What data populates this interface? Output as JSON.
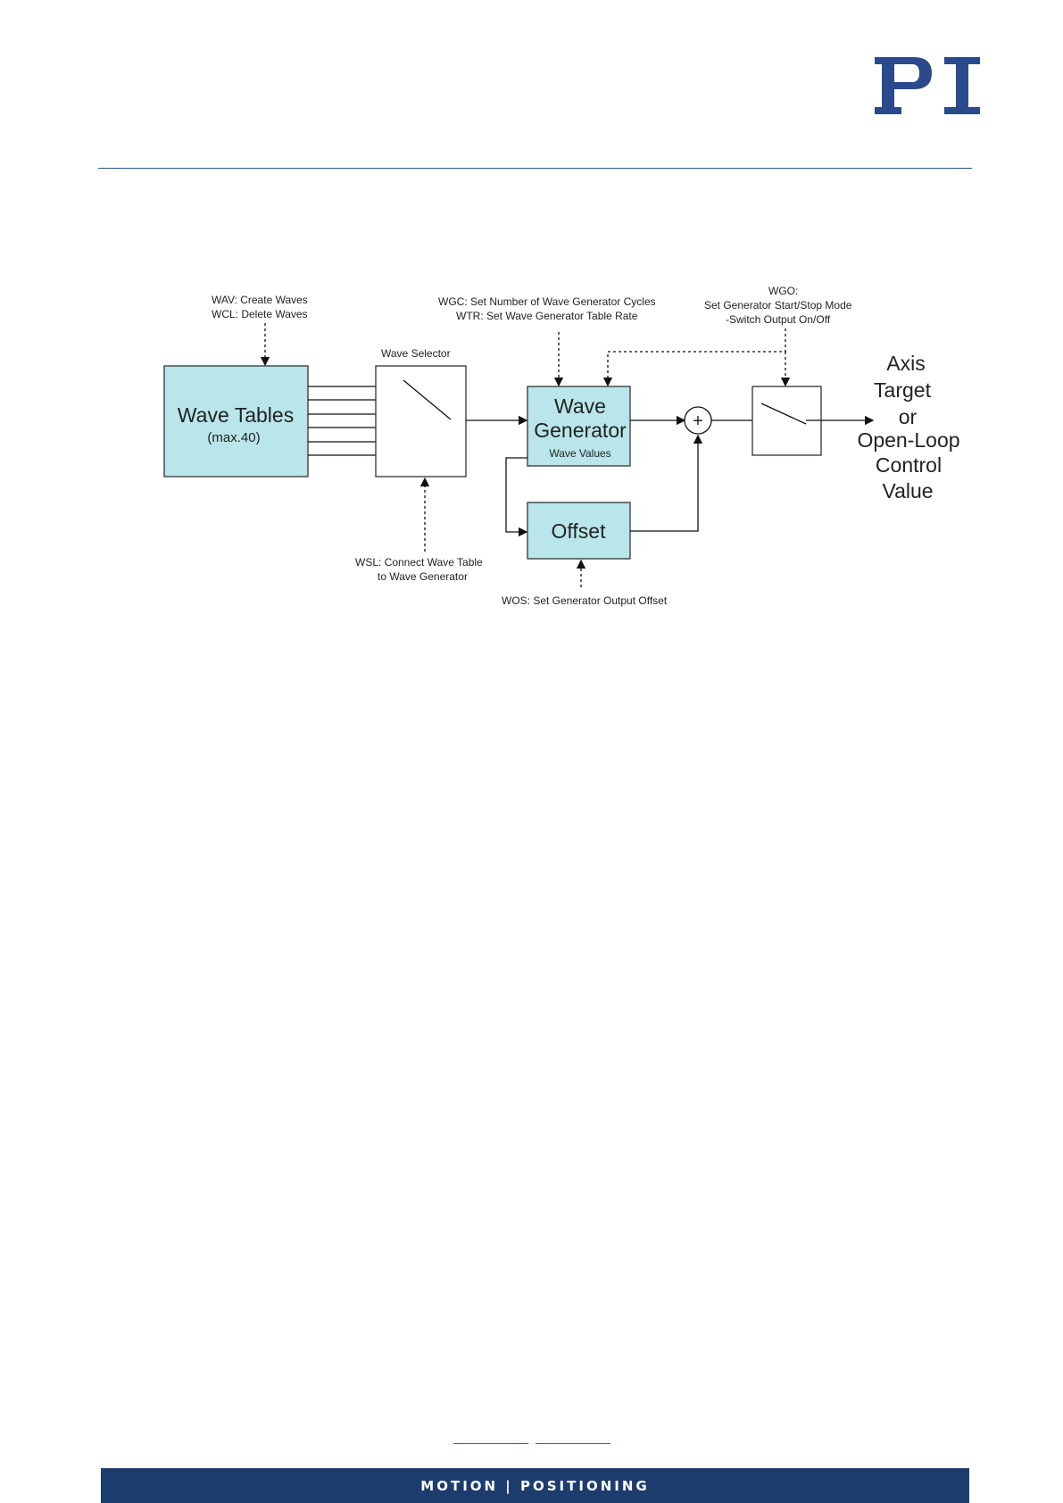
{
  "brand": {
    "logo_text": "PI",
    "color": "#2b4a8c"
  },
  "diagram": {
    "wav_label": "WAV: Create Waves",
    "wcl_label": "WCL: Delete Waves",
    "wave_tables_title": "Wave Tables",
    "wave_tables_sub": "(max.40)",
    "wave_selector_label": "Wave Selector",
    "wgc_label": "WGC: Set Number of Wave Generator Cycles",
    "wtr_label": "WTR: Set Wave Generator Table Rate",
    "wgo_label": "WGO:",
    "wgo_mode_label": "Set Generator Start/Stop Mode",
    "wgo_switch_label": "-Switch Output On/Off",
    "wave_generator_line1": "Wave",
    "wave_generator_line2": "Generator",
    "wave_values_label": "Wave Values",
    "sum_symbol": "+",
    "offset_title": "Offset",
    "wsl_line1": "WSL: Connect Wave Table",
    "wsl_line2": "to Wave Generator",
    "wos_label": "WOS: Set Generator Output Offset",
    "output_lines": [
      "Axis",
      "Target",
      "or",
      "Open-Loop",
      "Control",
      "Value"
    ],
    "box_fill": "#b9e6ea"
  },
  "footer": {
    "tagline": "MOTION | POSITIONING"
  }
}
